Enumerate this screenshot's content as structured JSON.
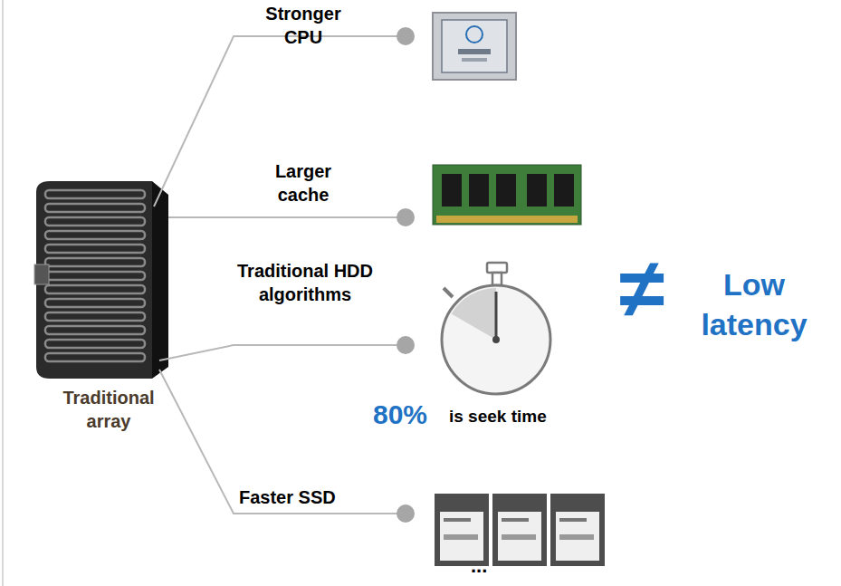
{
  "diagram": {
    "nodes": [
      {
        "text": [
          "Traditional array"
        ]
      }
    ],
    "labels": [
      "Stronger CPU",
      "Larger cache",
      "Traditional HDD algorithms",
      "80%",
      "is seek time",
      "≠",
      "Low latency",
      "Faster SSD",
      "..."
    ]
  }
}
